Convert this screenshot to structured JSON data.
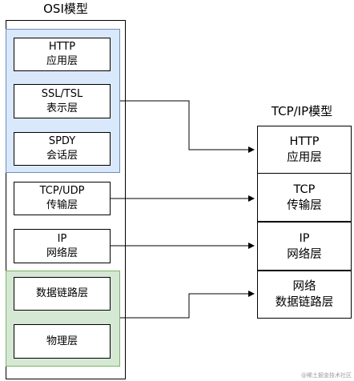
{
  "colors": {
    "upper_group_fill": "#dae8fc",
    "upper_group_border": "#6c8ebf",
    "lower_group_fill": "#d5e8d4",
    "lower_group_border": "#82b366",
    "line": "#000000"
  },
  "osi": {
    "title": "OSI模型",
    "layers": [
      {
        "line1": "HTTP",
        "line2": "应用层"
      },
      {
        "line1": "SSL/TSL",
        "line2": "表示层"
      },
      {
        "line1": "SPDY",
        "line2": "会话层"
      },
      {
        "line1": "TCP/UDP",
        "line2": "传输层"
      },
      {
        "line1": "IP",
        "line2": "网络层"
      },
      {
        "line1": "数据链路层"
      },
      {
        "line1": "物理层"
      }
    ]
  },
  "tcpip": {
    "title": "TCP/IP模型",
    "layers": [
      {
        "line1": "HTTP",
        "line2": "应用层"
      },
      {
        "line1": "TCP",
        "line2": "传输层"
      },
      {
        "line1": "IP",
        "line2": "网络层"
      },
      {
        "line1": "网络",
        "line2": "数据链路层"
      }
    ]
  },
  "watermark": "@稀土掘金技术社区"
}
